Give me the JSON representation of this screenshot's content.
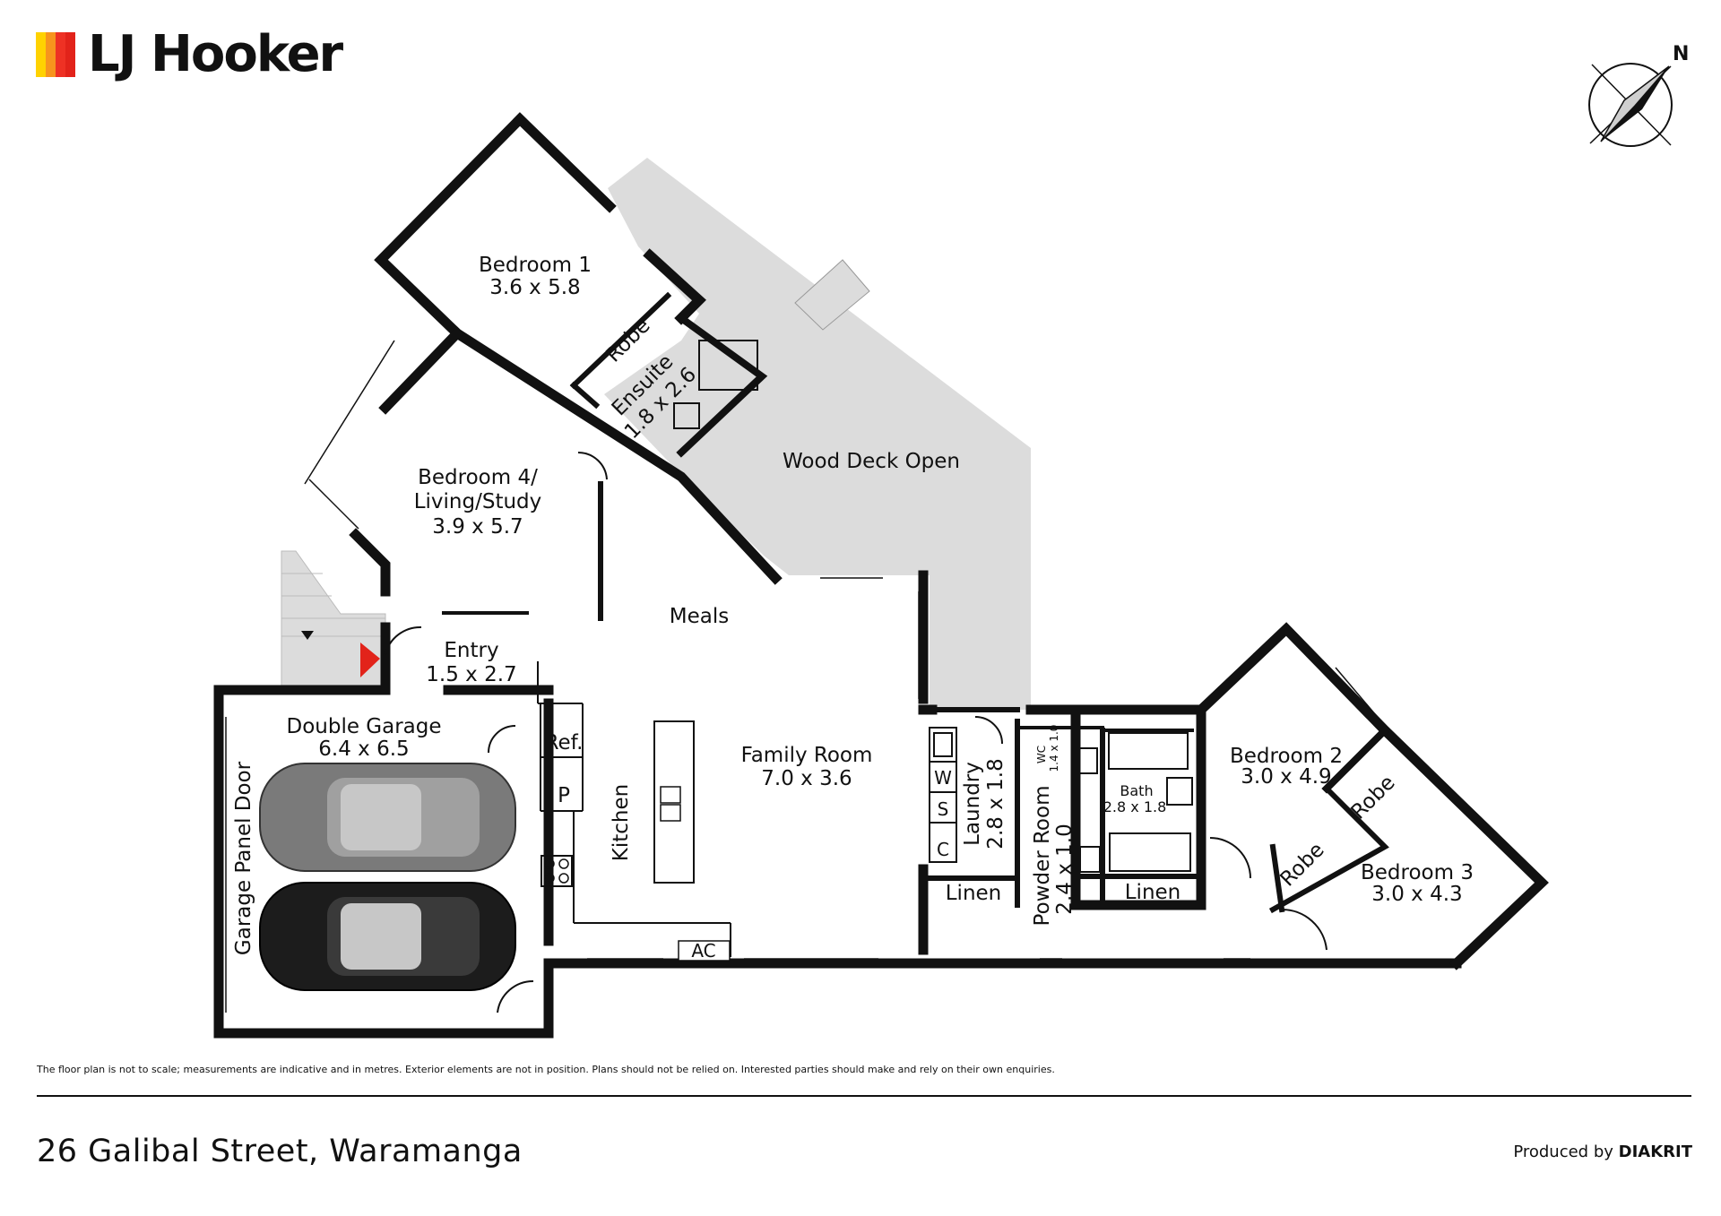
{
  "brand": {
    "name": "LJ Hooker",
    "mark_colors": [
      "#FFD200",
      "#F7941D",
      "#EE3124",
      "#E2231A"
    ]
  },
  "compass": {
    "label": "N",
    "icon": "compass-north-icon"
  },
  "rooms": {
    "bedroom1": {
      "name": "Bedroom 1",
      "size": "3.6 x 5.8"
    },
    "robe1": {
      "name": "Robe"
    },
    "ensuite": {
      "name": "Ensuite",
      "size": "1.8 x 2.6"
    },
    "bedroom4": {
      "line1": "Bedroom 4/",
      "line2": "Living/Study",
      "size": "3.9 x 5.7"
    },
    "wood_deck": {
      "name": "Wood Deck Open"
    },
    "meals": {
      "name": "Meals"
    },
    "entry": {
      "name": "Entry",
      "size": "1.5 x 2.7"
    },
    "double_garage": {
      "name": "Double Garage",
      "size": "6.4 x 6.5"
    },
    "garage_panel_door": {
      "name": "Garage Panel Door"
    },
    "ref": {
      "name": "Ref."
    },
    "pantry": {
      "name": "P"
    },
    "kitchen": {
      "name": "Kitchen"
    },
    "family_room": {
      "name": "Family Room",
      "size": "7.0 x 3.6"
    },
    "ac": {
      "name": "AC"
    },
    "laundry": {
      "name": "Laundry",
      "size": "2.8 x 1.8"
    },
    "washer": {
      "name": "W"
    },
    "sink": {
      "name": "S"
    },
    "cupboard": {
      "name": "C"
    },
    "linen1": {
      "name": "Linen"
    },
    "powder_room": {
      "name": "Powder Room",
      "size": "2.4 x 1.0"
    },
    "wc": {
      "name": "WC",
      "size": "1.4 x 1.0"
    },
    "bath": {
      "name": "Bath",
      "size": "2.8 x 1.8"
    },
    "linen2": {
      "name": "Linen"
    },
    "bedroom2": {
      "name": "Bedroom 2",
      "size": "3.0 x 4.9"
    },
    "robe2": {
      "name": "Robe"
    },
    "robe3": {
      "name": "Robe"
    },
    "bedroom3": {
      "name": "Bedroom 3",
      "size": "3.0 x 4.3"
    }
  },
  "disclaimer": "The floor plan is not to scale; measurements are indicative and in metres. Exterior elements are not in position. Plans should not be relied on. Interested parties should make and rely on their own enquiries.",
  "address": "26 Galibal Street, Waramanga",
  "credit": {
    "prefix": "Produced by",
    "company": "DIAKRIT"
  },
  "colors": {
    "wall": "#111111",
    "deck": "#dcdcdc",
    "entry_marker": "#e2231a",
    "car_light": "#7a7a7a",
    "car_dark": "#1c1c1c"
  }
}
